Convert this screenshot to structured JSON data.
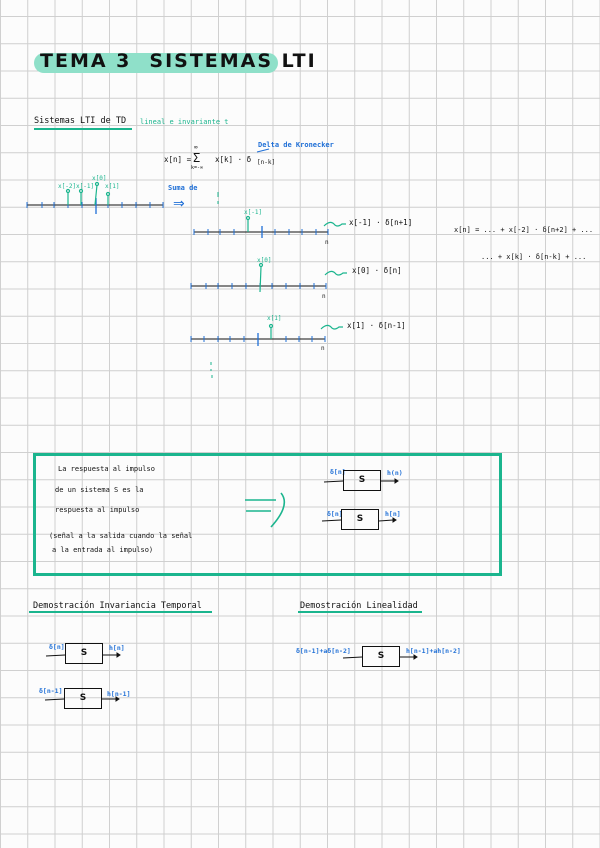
{
  "header": {
    "title_part1": "TEMA 3",
    "title_part2": "SISTEMAS LTI"
  },
  "section1": {
    "heading": "Sistemas LTI de TD",
    "note": "lineal e invariante t",
    "delta_note": "Delta de Kronecker",
    "main_equation_lhs": "x[n] =",
    "sum_upper": "∞",
    "sum_lower": "k=-∞",
    "main_equation_rhs": "x[k] · δ",
    "main_equation_sub": "[n-k]",
    "stem_labels": [
      "x[-2]",
      "x[-1]",
      "x[0]",
      "x[1]"
    ],
    "suma_de": "Suma de",
    "implies": "⇒",
    "decomposition": [
      {
        "stem_label": "x[-1]",
        "term": "x[-1] · δ[n+1]",
        "axis_label": "n"
      },
      {
        "stem_label": "x[0]",
        "term": "x[0] · δ[n]",
        "axis_label": "n"
      },
      {
        "stem_label": "x[1]",
        "term": "x[1] · δ[n-1]",
        "axis_label": "n"
      }
    ],
    "vertical_dots": "⋮",
    "expansion_line1": "x[n] = ... + x[-2] · δ[n+2] + ...",
    "expansion_line2": "... + x[k] · δ[n-k] + ..."
  },
  "impulse_box": {
    "lines": [
      "La respuesta al impulso",
      "de un sistema S es la",
      "respuesta al impulso",
      "(señal a la salida cuando la señal",
      "a la entrada al impulso)"
    ],
    "implies": "⇒",
    "diagrams": [
      {
        "input": "δ[n]",
        "system": "S",
        "output": "h(n)"
      },
      {
        "input": "δ[n]",
        "system": "S",
        "output": "h[n]"
      }
    ]
  },
  "time_invariance": {
    "heading": "Demostración Invariancia Temporal",
    "diagrams": [
      {
        "input": "δ[n]",
        "system": "S",
        "output": "h[n]"
      },
      {
        "input": "δ[n-1]",
        "system": "S",
        "output": "h[n-1]"
      }
    ]
  },
  "linearity": {
    "heading": "Demostración Linealidad",
    "diagram": {
      "input": "δ[n-1]+aδ[n-2]",
      "system": "S",
      "output": "h[n-1]+ah[n-2]"
    }
  },
  "colors": {
    "accent_teal": "#1bb58e",
    "highlight_teal": "#8fe0c9",
    "ink_blue": "#1f6fd6",
    "grid": "#cfcfcf"
  }
}
